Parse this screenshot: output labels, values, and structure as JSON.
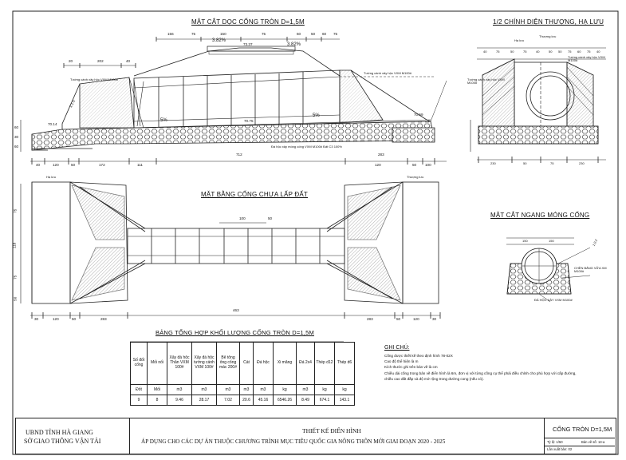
{
  "titles": {
    "long_section": "MẶT CẮT DỌC CỐNG TRÒN D=1,5M",
    "elevation": "1/2 CHÍNH DIỆN THƯỢNG, HẠ LƯU",
    "plan": "MẶT BẰNG CỐNG CHƯA LẤP ĐẤT",
    "cross_section": "MẶT CẮT NGANG MÓNG CỐNG",
    "table": "BẢNG TỔNG HỢP KHỐI LƯỢNG CỐNG TRÒN D=1,5M"
  },
  "long_section": {
    "top_dims": [
      "156",
      "75",
      "150",
      "75",
      "60",
      "50",
      "60",
      "75"
    ],
    "dims_left": [
      "20",
      "202",
      "40"
    ],
    "slope_left": "3.82%",
    "slope_right": "3.82%",
    "crown_elev": "73.37",
    "slope_mid": "5%",
    "slope_mid2": "5%",
    "elev_left": "70.14",
    "elev_mid": "70.75",
    "elev_right": "70.59",
    "lbl_masonry_left": "Tường cánh xây hộc VXM M100#",
    "lbl_masonry_right": "Tường cánh xây hộc VXM M100#",
    "lbl_bedding": "Đá hộc xây móng cống VXM M100# Đất C3 100%",
    "ratio": "1:1.5",
    "bottom_dims": [
      "40",
      "120",
      "50",
      "172",
      "111",
      "712",
      "283",
      "120",
      "50",
      "100"
    ],
    "side_dims": [
      "60",
      "30",
      "60"
    ]
  },
  "elevation": {
    "ha_luu": "Hạ lưu",
    "thuong_luu": "Thượng lưu",
    "top_dims": [
      "40",
      "75",
      "50",
      "75",
      "40"
    ],
    "top_dims2": [
      "50",
      "50",
      "75",
      "60",
      "75",
      "40"
    ],
    "lbl_wing": "Tường cánh xây hộc VXM M100#",
    "lbl_wing2": "Tường cánh xây hộc VXM M100#",
    "bottom_dims": [
      "230",
      "50",
      "75",
      "230"
    ]
  },
  "plan": {
    "ha_luu": "Hạ lưu",
    "thuong_luu": "Thượng lưu",
    "mid_dims": [
      "100",
      "50"
    ],
    "side_dims_left": [
      "75",
      "116",
      "75",
      "50"
    ],
    "bottom_dims": [
      "30",
      "120",
      "50",
      "283",
      "463",
      "283",
      "50",
      "120",
      "30"
    ]
  },
  "cross_section": {
    "dims": [
      "150",
      "150"
    ],
    "lbl_chin": "CHÈN BẰNG VỮA XM M100#",
    "lbl_stone": "ĐÁ HỘC XÂY VXM M100#",
    "ratio": "1:0.2"
  },
  "table": {
    "headers": [
      "Số đốt cống",
      "Mối nối",
      "Xây đá hộc Thân VXM 100#",
      "Xây đá hộc tường cánh VXM 100#",
      "Bê tông ống cống mác 200#",
      "Cát",
      "Đá hộc",
      "Xi măng",
      "Đá 2x4",
      "Thép d12",
      "Thép d6"
    ],
    "units": [
      "Đốt",
      "Mối",
      "m3",
      "m3",
      "m3",
      "m3",
      "m3",
      "kg",
      "m3",
      "kg",
      "kg"
    ],
    "values": [
      "9",
      "8",
      "9.46",
      "28.17",
      "7.02",
      "20.6",
      "45.16",
      "6546.26",
      "8.49",
      "674.1",
      "143.1"
    ]
  },
  "notes": {
    "heading": "GHI CHÚ:",
    "lines": [
      "Cống được thiết kế theo định hình 78-02X",
      "Cao độ thể hiện là m",
      "Kích thước ghi trên bản vẽ là cm",
      "Chiều dài cống trong bản vẽ điển hình là 6m, đơn vị với từng cống cụ thể phải điều chỉnh cho phù hợp với cấp đường,",
      "chiều cao đất đắp và độ mở rộng trong đường cong (nếu có)."
    ]
  },
  "footer": {
    "org1": "UBND TỈNH HÀ GIANG",
    "org2": "SỞ GIAO THÔNG VẬN TẢI",
    "title1": "THIẾT KẾ ĐIỂN HÌNH",
    "title2": "ÁP DỤNG CHO CÁC DỰ ÁN THUỘC CHƯƠNG TRÌNH MỤC TIÊU QUỐC GIA NÔNG THÔN MỚI GIAI ĐOẠN 2020 - 2025",
    "drawing": "CỐNG TRÒN D=1,5M",
    "scale": "Tỷ lệ: 1/50",
    "sheet": "Bản vẽ số: 13-a",
    "revision": "Lần xuất bản: 02"
  }
}
